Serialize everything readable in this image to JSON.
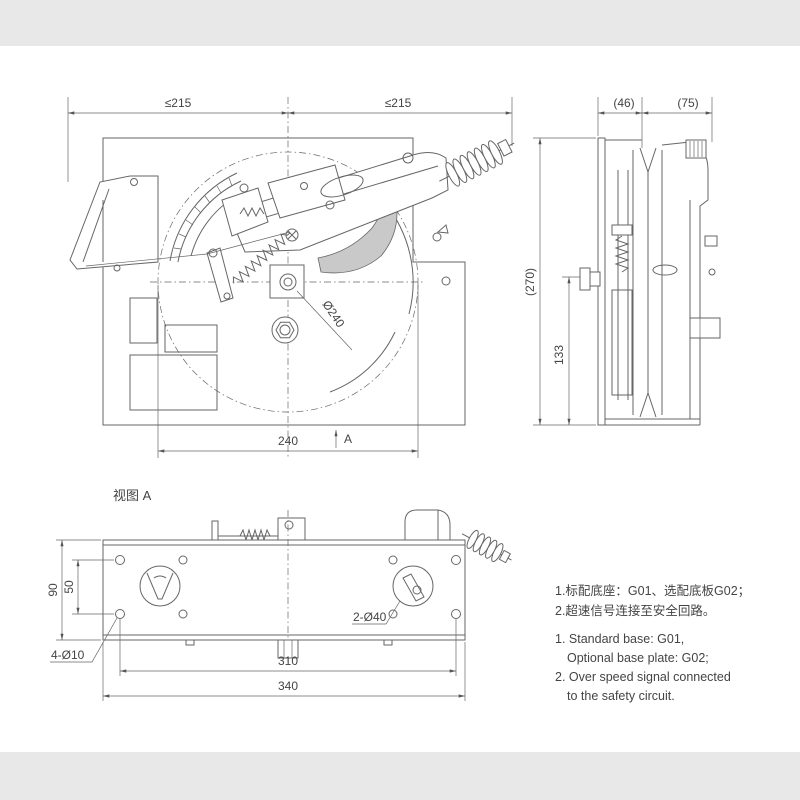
{
  "front_view": {
    "dim_left": "≤215",
    "dim_right": "≤215",
    "diameter": "Ø240",
    "width": "240",
    "view_arrow": "A"
  },
  "side_view": {
    "dim_46": "(46)",
    "dim_75": "(75)",
    "dim_270": "(270)",
    "dim_133": "133"
  },
  "bottom_view": {
    "title": "视图 A",
    "dim_90": "90",
    "dim_50": "50",
    "small_holes": "4-Ø10",
    "large_holes": "2-Ø40",
    "dim_310": "310",
    "dim_340": "340"
  },
  "notes": {
    "cn": [
      "1.标配底座：G01、选配底板G02；",
      "2.超速信号连接至安全回路。"
    ],
    "en": [
      "1. Standard base: G01,",
      "Optional base plate: G02;",
      "2. Over speed signal connected",
      "to the safety circuit."
    ]
  },
  "colors": {
    "line": "#666666",
    "text": "#444444",
    "band": "#e8e8e8",
    "sheet": "#ffffff"
  }
}
